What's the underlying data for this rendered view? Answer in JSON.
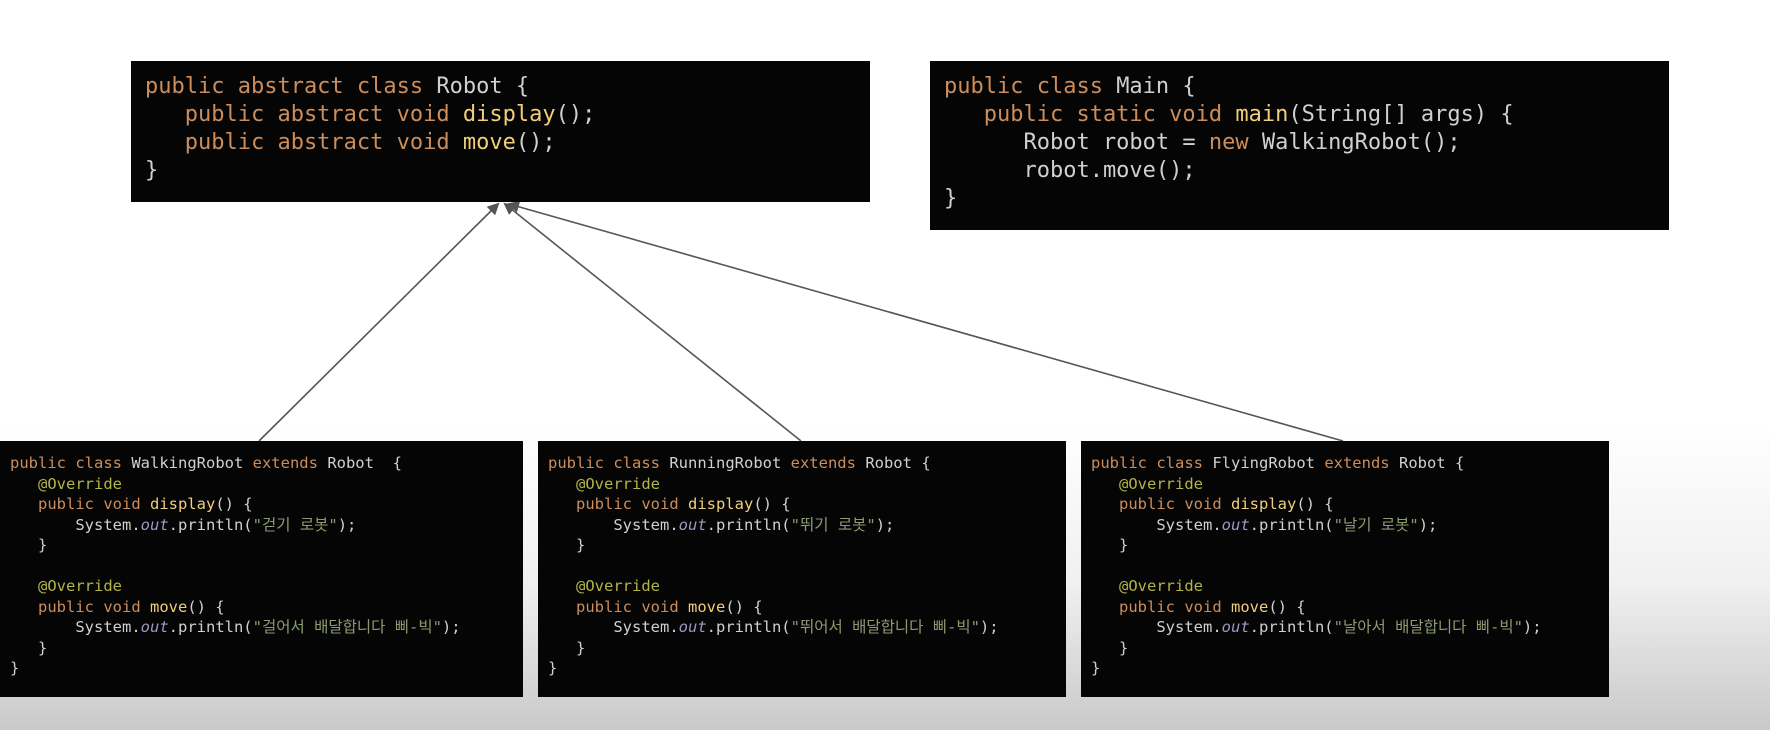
{
  "diagram": {
    "robot_class": {
      "l1_kw": "public abstract class ",
      "l1_name": "Robot",
      "l1_end": " {",
      "l2_kw": "   public abstract void ",
      "l2_fn": "display",
      "l2_end": "();",
      "l3_kw": "   public abstract void ",
      "l3_fn": "move",
      "l3_end": "();",
      "l4": "}"
    },
    "main_class": {
      "l1_kw": "public class ",
      "l1_name": "Main",
      "l1_end": " {",
      "l2_kw": "   public static void ",
      "l2_fn": "main",
      "l2_end": "(String[] args) {",
      "l3_a": "      Robot robot = ",
      "l3_kw": "new",
      "l3_b": " WalkingRobot();",
      "l4": "      robot.move();",
      "l5": "}"
    },
    "walking_class": {
      "kw1": "public class ",
      "name": "WalkingRobot",
      "kw2": " extends ",
      "parent": "Robot",
      "end": "  {",
      "display_msg": "\"걷기 로봇\"",
      "move_msg": "\"걸어서 배달합니다 삐-빅\""
    },
    "running_class": {
      "kw1": "public class ",
      "name": "RunningRobot",
      "kw2": " extends ",
      "parent": "Robot",
      "end": " {",
      "display_msg": "\"뛰기 로봇\"",
      "move_msg": "\"뛰어서 배달합니다 삐-빅\""
    },
    "flying_class": {
      "kw1": "public class ",
      "name": "FlyingRobot",
      "kw2": " extends ",
      "parent": "Robot",
      "end": " {",
      "display_msg": "\"날기 로봇\"",
      "move_msg": "\"날아서 배달합니다 삐-빅\""
    },
    "common": {
      "override": "   @Override",
      "pv": "   public void ",
      "display_fn": "display",
      "move_fn": "move",
      "sig_end": "() {",
      "sysout_a": "       System.",
      "out": "out",
      "println": ".println(",
      "stmt_end": ");",
      "close_inner": "   }",
      "close_outer": "}"
    },
    "colors": {
      "box_bg": "#050505",
      "keyword": "#cc8d5b",
      "function": "#f0cf7a",
      "annotation": "#b3b44a",
      "string": "#8c9c72",
      "arrow": "#555555"
    }
  }
}
